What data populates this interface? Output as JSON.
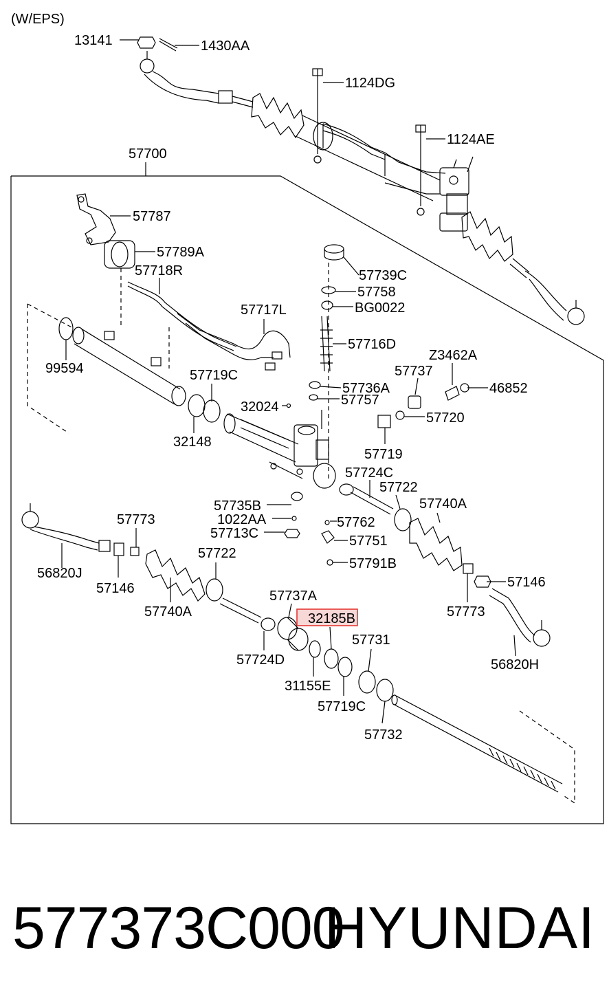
{
  "header": {
    "variant": "(W/EPS)"
  },
  "assembly_label": "57700",
  "highlight_color": "#e53935",
  "callouts": {
    "c13141": "13141",
    "c1430AA": "1430AA",
    "c1124DG": "1124DG",
    "c1124AE": "1124AE",
    "c57787": "57787",
    "c57789A": "57789A",
    "c57718R": "57718R",
    "c57717L": "57717L",
    "c99594": "99594",
    "c57719C_a": "57719C",
    "c32148": "32148",
    "c57739C": "57739C",
    "c57758": "57758",
    "cBG0022": "BG0022",
    "c57716D": "57716D",
    "cZ3462A": "Z3462A",
    "c57737": "57737",
    "c46852": "46852",
    "c57736A": "57736A",
    "c32024": "32024",
    "c57757": "57757",
    "c57720": "57720",
    "c57719": "57719",
    "c57724C": "57724C",
    "c57722_r": "57722",
    "c57740A_r": "57740A",
    "c57735B": "57735B",
    "c1022AA": "1022AA",
    "c57762": "57762",
    "c57713C": "57713C",
    "c57751": "57751",
    "c57773_l": "57773",
    "c57791B": "57791B",
    "c57722_l": "57722",
    "c56820J": "56820J",
    "c57146_r": "57146",
    "c57146_l": "57146",
    "c57740A_l": "57740A",
    "c57773_r": "57773",
    "c57737A": "57737A",
    "c32185B": "32185B",
    "c57731": "57731",
    "c56820H": "56820H",
    "c57724D": "57724D",
    "c31155E": "31155E",
    "c57719C_b": "57719C",
    "c57732": "57732"
  },
  "footer": {
    "part_number": "577373C000",
    "brand": "HYUNDAI"
  }
}
